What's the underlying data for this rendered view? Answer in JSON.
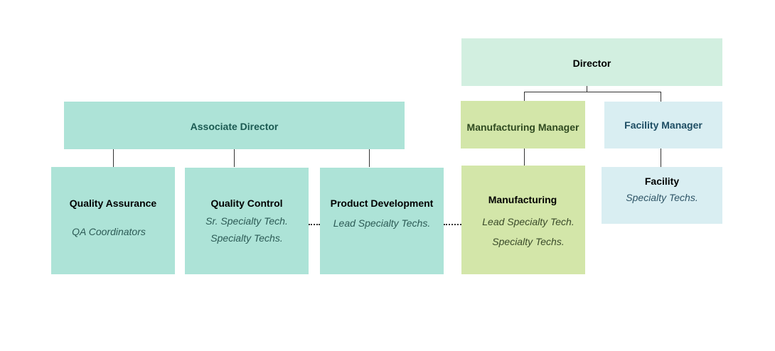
{
  "org_chart": {
    "director": {
      "title": "Director"
    },
    "associate_director": {
      "title": "Associate Director"
    },
    "manufacturing_manager": {
      "title": "Manufacturing Manager"
    },
    "facility_manager": {
      "title": "Facility Manager"
    },
    "quality_assurance": {
      "title": "Quality Assurance",
      "staff": [
        "QA Coordinators"
      ]
    },
    "quality_control": {
      "title": "Quality Control",
      "staff": [
        "Sr. Specialty Tech.",
        "Specialty Techs."
      ]
    },
    "product_development": {
      "title": "Product Development",
      "staff": [
        "Lead Specialty Techs."
      ]
    },
    "manufacturing": {
      "title": "Manufacturing",
      "staff": [
        "Lead Specialty Tech.",
        "Specialty Techs."
      ]
    },
    "facility": {
      "title": "Facility",
      "staff": [
        "Specialty Techs."
      ]
    }
  },
  "colors": {
    "teal": "#ade3d7",
    "mint": "#d2efe0",
    "green": "#d3e6a9",
    "blue": "#d9eef2"
  }
}
